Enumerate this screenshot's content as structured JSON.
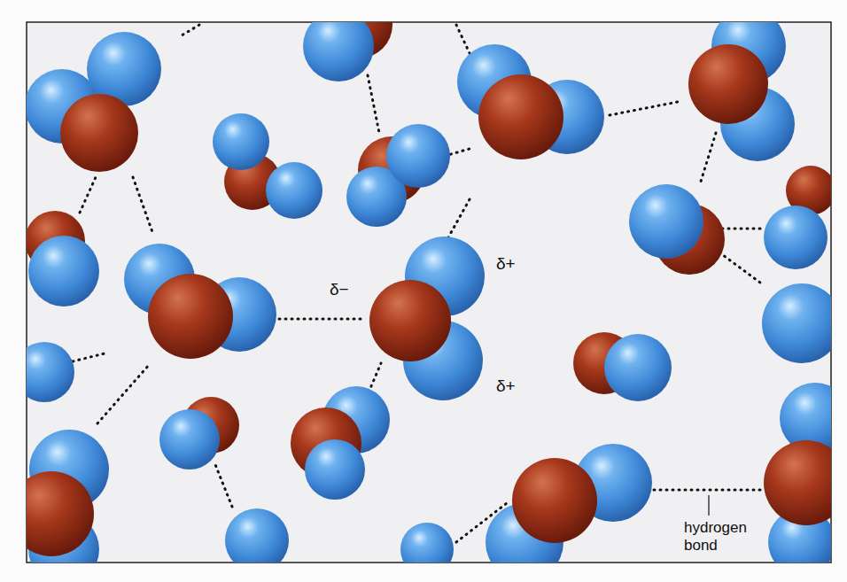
{
  "diagram": {
    "labels": [
      "δ−",
      "δ+",
      "δ+",
      "hydrogen bond"
    ]
  }
}
